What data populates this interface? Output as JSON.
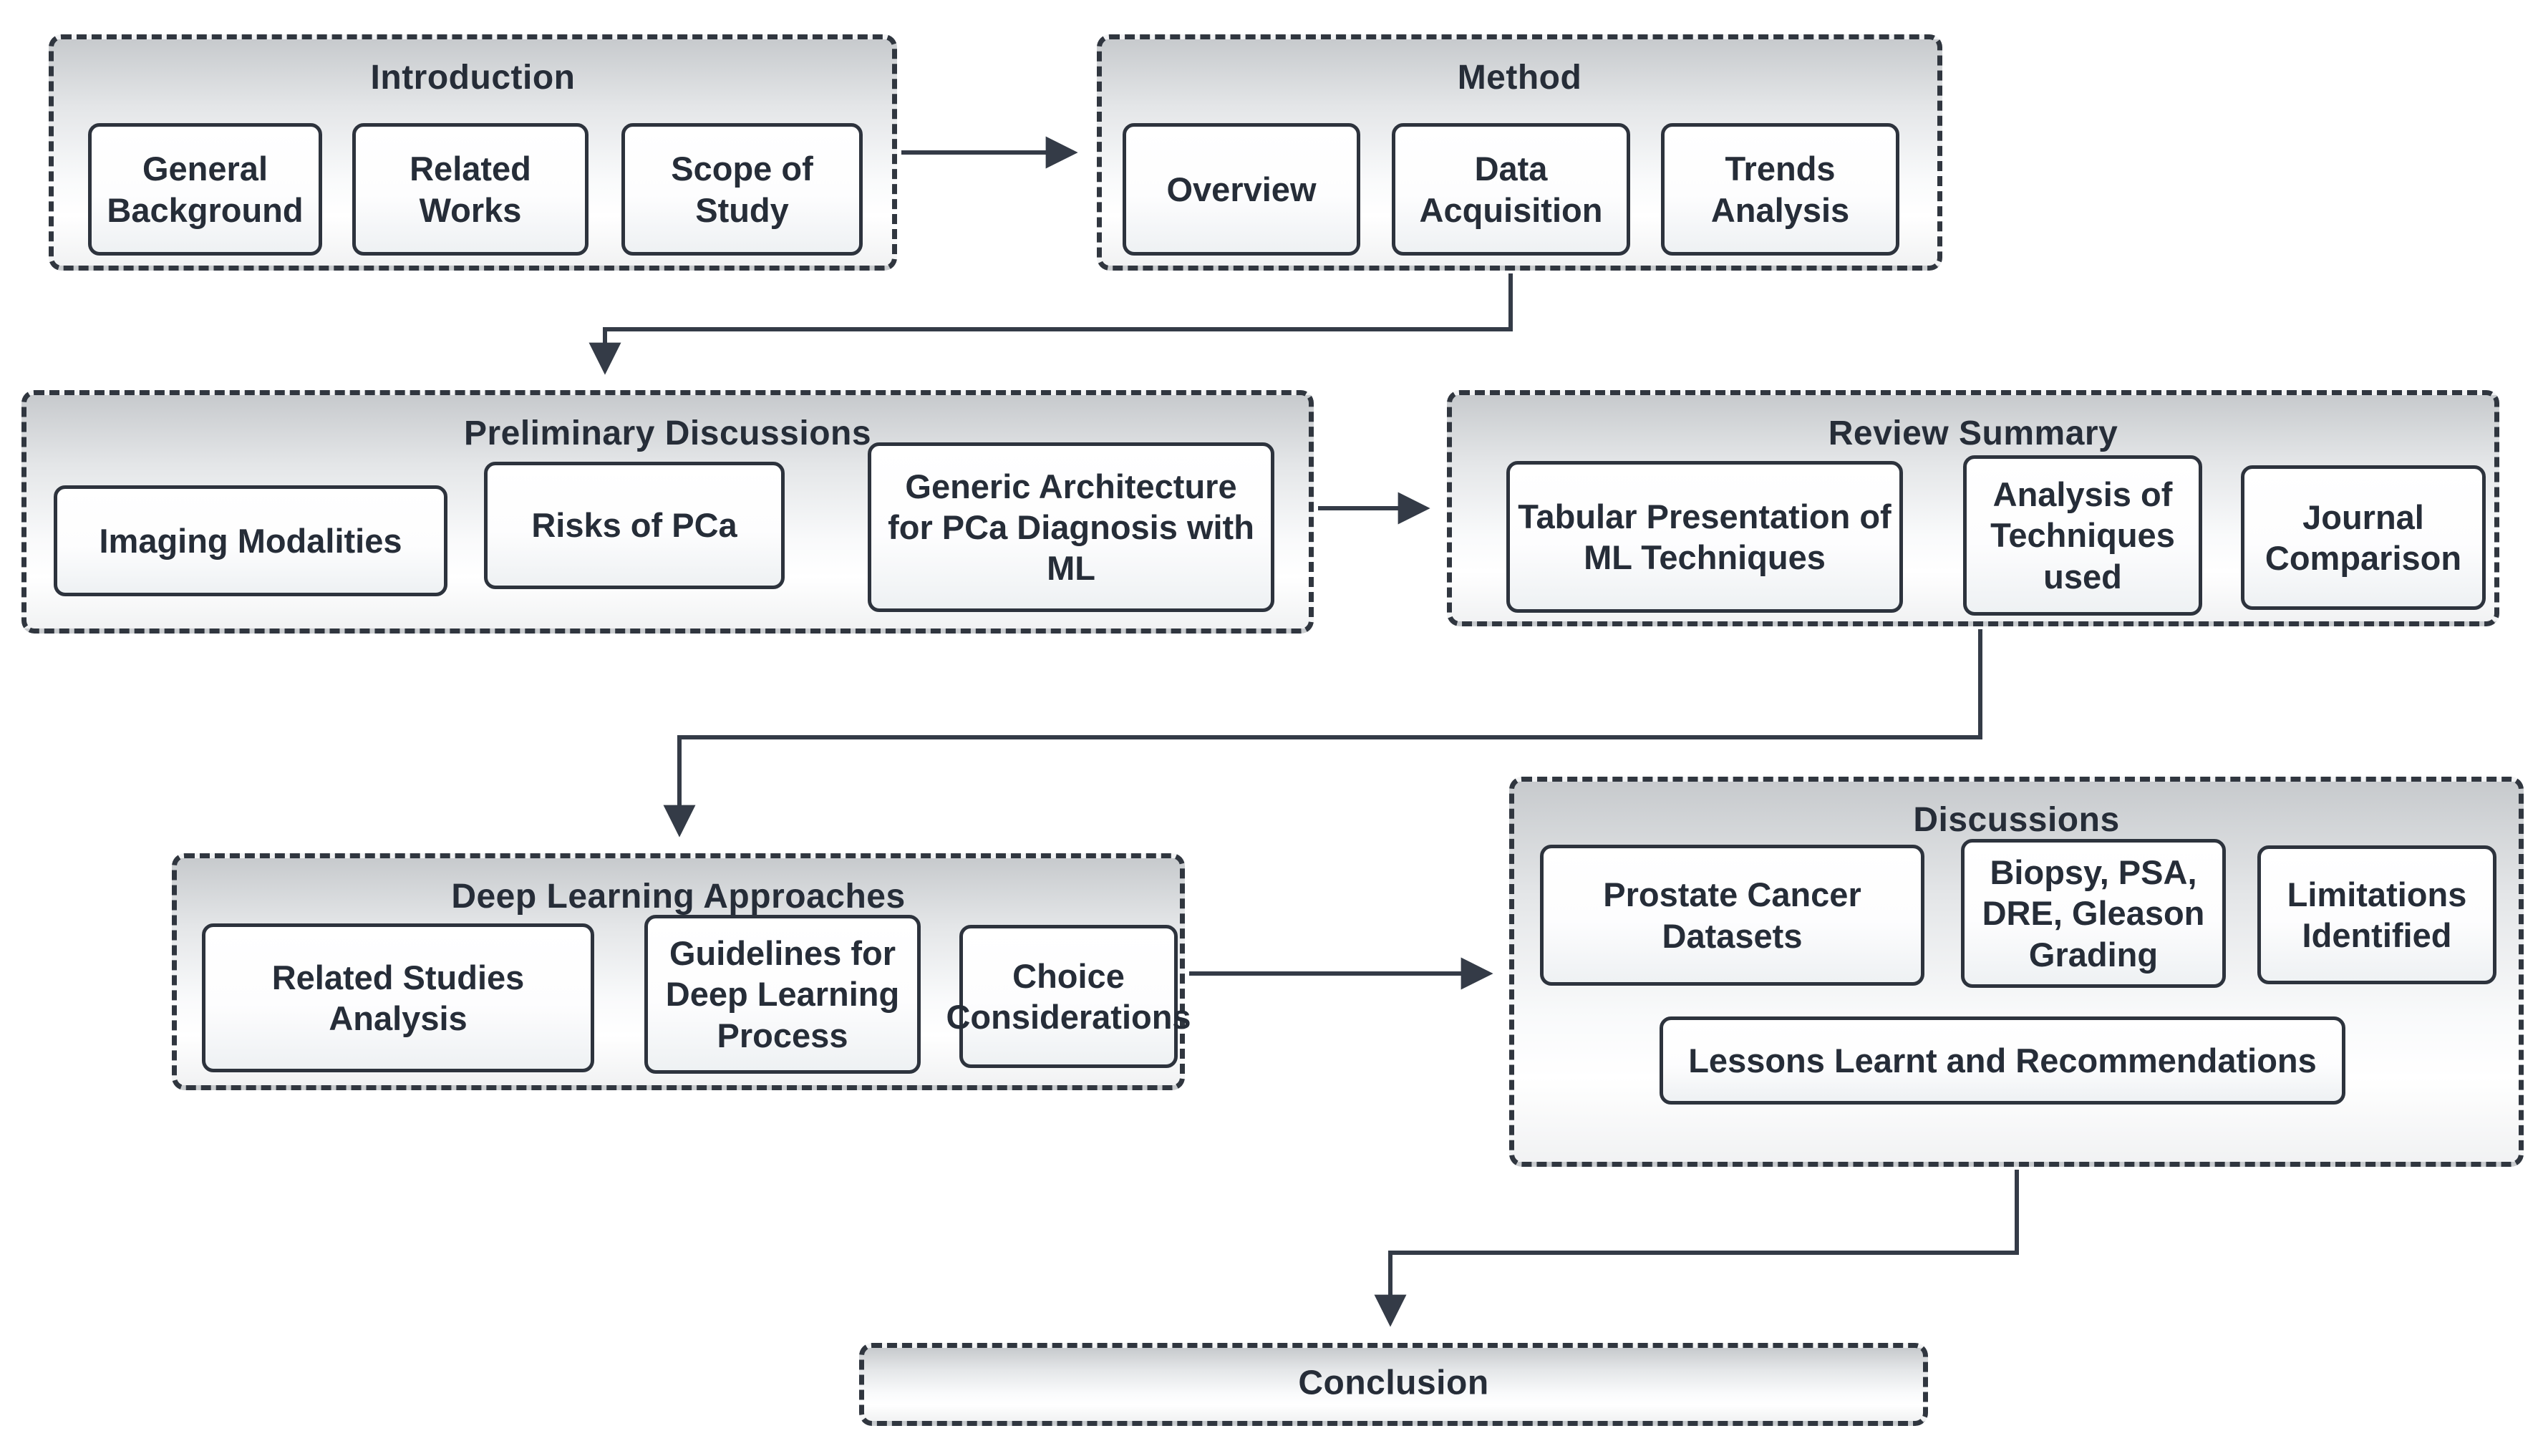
{
  "diagram_title": "Review structure flowchart",
  "colors": {
    "group_border": "#30363f",
    "node_border": "#2d333d",
    "text": "#262d38",
    "edge": "#343b47",
    "group_fill_top": "#c7cacd",
    "group_fill_bottom": "#ffffff",
    "node_fill": "#ffffff"
  },
  "groups": [
    {
      "title": "Introduction",
      "items": [
        "General Background",
        "Related Works",
        "Scope of Study"
      ]
    },
    {
      "title": "Method",
      "items": [
        "Overview",
        "Data Acquisition",
        "Trends Analysis"
      ]
    },
    {
      "title": "Preliminary Discussions",
      "items": [
        "Imaging Modalities",
        "Risks of PCa",
        "Generic Architecture for PCa Diagnosis with ML"
      ]
    },
    {
      "title": "Review Summary",
      "items": [
        "Tabular Presentation of ML Techniques",
        "Analysis of Techniques used",
        "Journal Comparison"
      ]
    },
    {
      "title": "Deep Learning Approaches",
      "items": [
        "Related Studies Analysis",
        "Guidelines for Deep Learning Process",
        "Choice Considerations"
      ]
    },
    {
      "title": "Discussions",
      "items": [
        "Prostate Cancer Datasets",
        "Biopsy, PSA, DRE, Gleason Grading",
        "Limitations Identified",
        "Lessons Learnt and Recommendations"
      ]
    },
    {
      "title": "Conclusion",
      "items": []
    }
  ],
  "edges": [
    {
      "from": "Introduction",
      "to": "Method"
    },
    {
      "from": "Method",
      "to": "Preliminary Discussions"
    },
    {
      "from": "Preliminary Discussions",
      "to": "Review Summary"
    },
    {
      "from": "Review Summary",
      "to": "Deep Learning Approaches"
    },
    {
      "from": "Deep Learning Approaches",
      "to": "Discussions"
    },
    {
      "from": "Discussions",
      "to": "Conclusion"
    }
  ]
}
